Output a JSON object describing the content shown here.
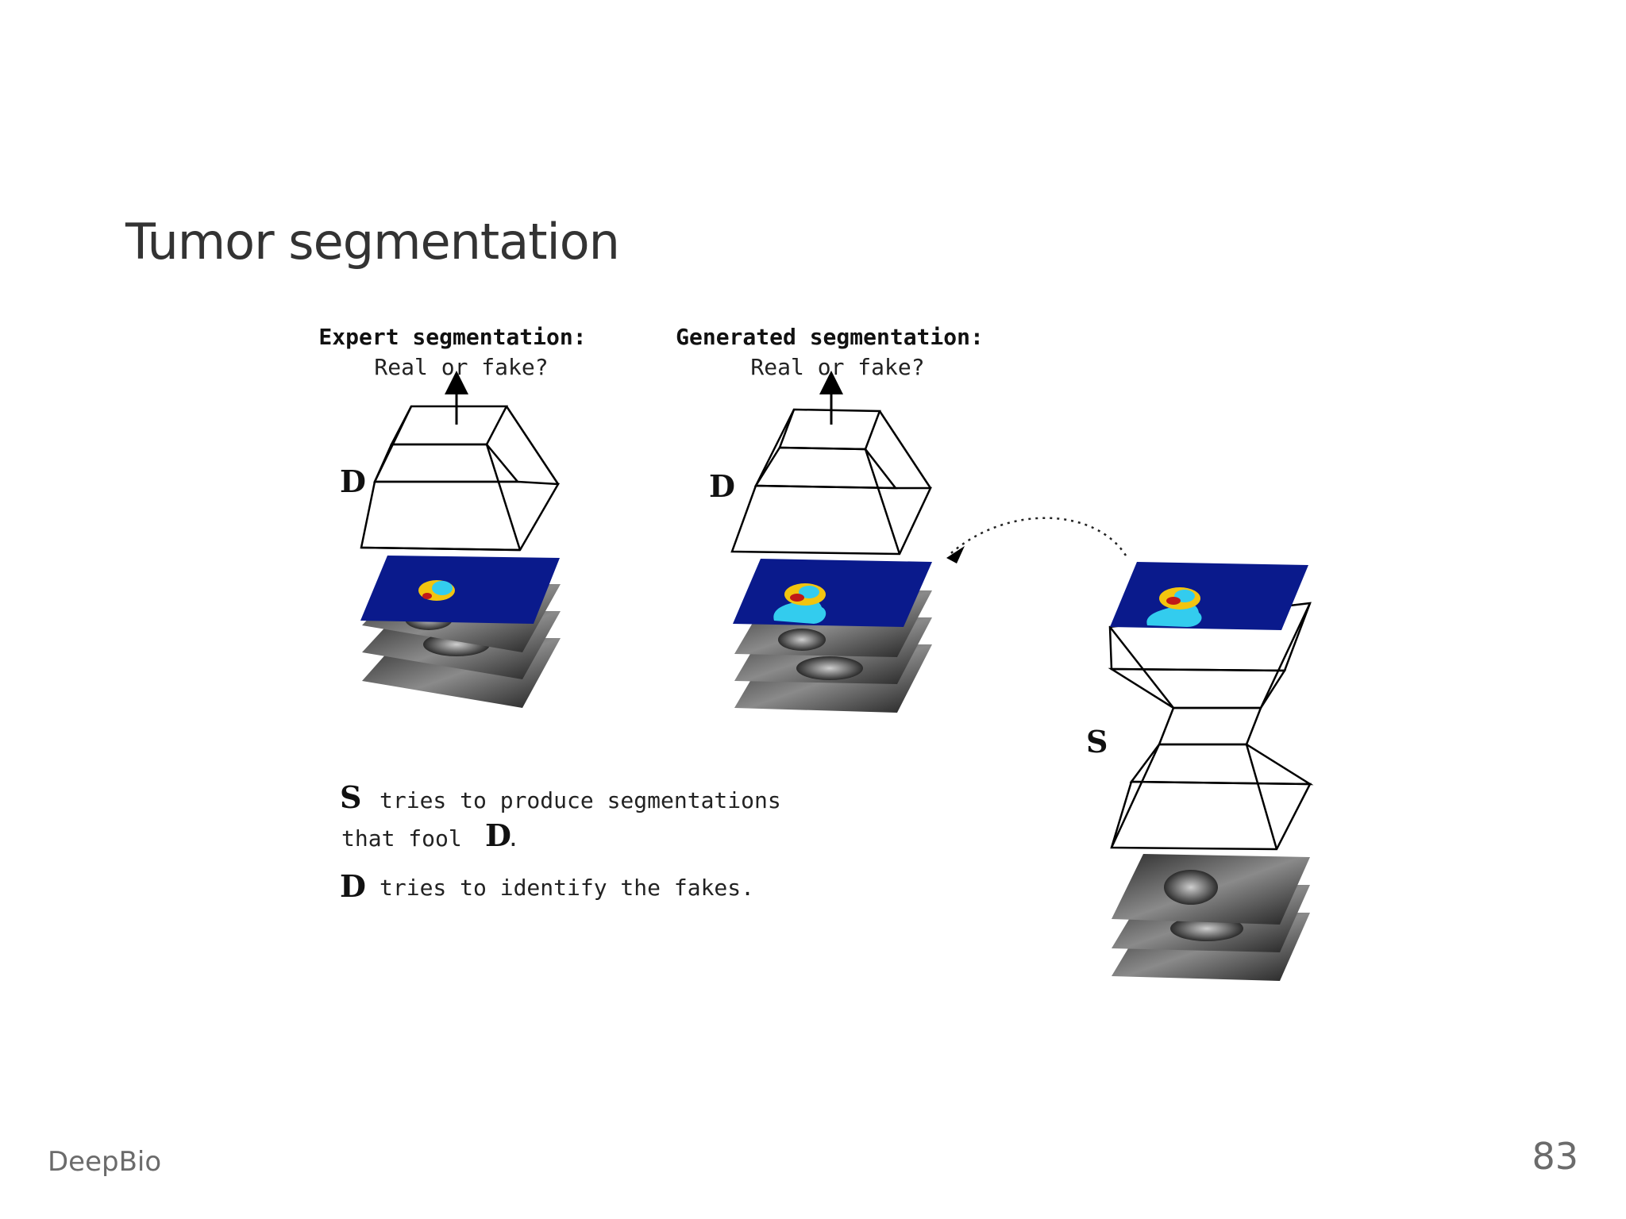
{
  "slide": {
    "title": "Tumor segmentation",
    "footer": "DeepBio",
    "page_number": "83"
  },
  "diagram": {
    "left_network": {
      "label_line1": "Expert segmentation:",
      "label_line2": "Real or fake?",
      "network_letter": "D"
    },
    "middle_network": {
      "label_line1": "Generated segmentation:",
      "label_line2": "Real or fake?",
      "network_letter": "D"
    },
    "right_network": {
      "network_letter": "S"
    },
    "caption": {
      "line1_letter": "S",
      "line1_text": "tries to produce segmentations",
      "line2_text": "that fool",
      "line2_letter": "D",
      "line2_end": ".",
      "line3_letter": "D",
      "line3_text": "tries to identify the fakes."
    }
  },
  "colors": {
    "segmentation_background": "#0a1a8c",
    "tumor_cyan": "#33ccee",
    "tumor_yellow": "#f2c40f",
    "tumor_red": "#c01818"
  }
}
